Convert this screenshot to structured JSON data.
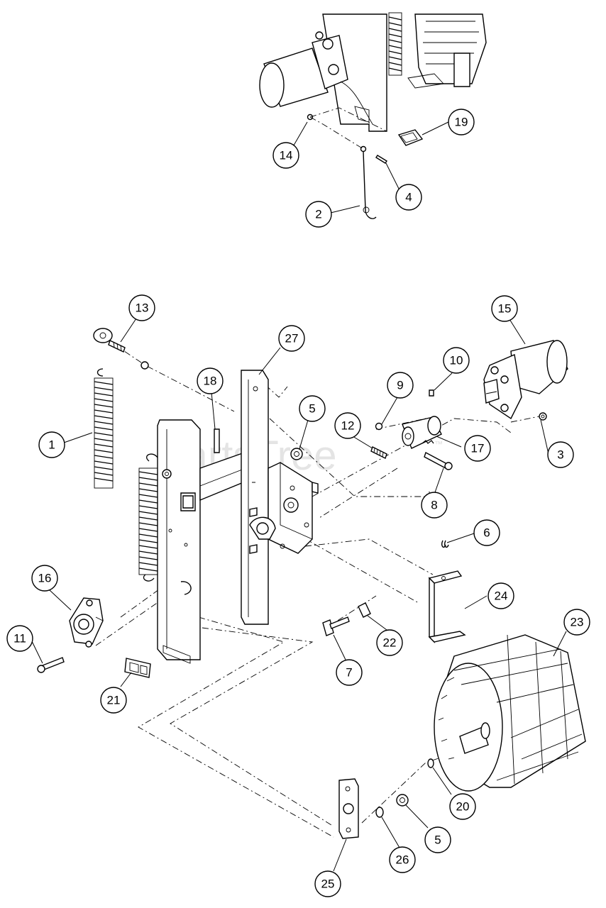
{
  "watermark": {
    "text": "PartsTree",
    "trademark": "™"
  },
  "callouts": [
    {
      "id": "c19",
      "label": "19"
    },
    {
      "id": "c14",
      "label": "14"
    },
    {
      "id": "c4",
      "label": "4"
    },
    {
      "id": "c2",
      "label": "2"
    },
    {
      "id": "c13",
      "label": "13"
    },
    {
      "id": "c27",
      "label": "27"
    },
    {
      "id": "c15",
      "label": "15"
    },
    {
      "id": "c18",
      "label": "18"
    },
    {
      "id": "c10",
      "label": "10"
    },
    {
      "id": "c9",
      "label": "9"
    },
    {
      "id": "c5a",
      "label": "5"
    },
    {
      "id": "c12",
      "label": "12"
    },
    {
      "id": "c1",
      "label": "1"
    },
    {
      "id": "c17",
      "label": "17"
    },
    {
      "id": "c3",
      "label": "3"
    },
    {
      "id": "c8",
      "label": "8"
    },
    {
      "id": "c6",
      "label": "6"
    },
    {
      "id": "c16",
      "label": "16"
    },
    {
      "id": "c24",
      "label": "24"
    },
    {
      "id": "c23",
      "label": "23"
    },
    {
      "id": "c11",
      "label": "11"
    },
    {
      "id": "c22",
      "label": "22"
    },
    {
      "id": "c7",
      "label": "7"
    },
    {
      "id": "c21",
      "label": "21"
    },
    {
      "id": "c20",
      "label": "20"
    },
    {
      "id": "c5b",
      "label": "5"
    },
    {
      "id": "c26",
      "label": "26"
    },
    {
      "id": "c25",
      "label": "25"
    }
  ]
}
